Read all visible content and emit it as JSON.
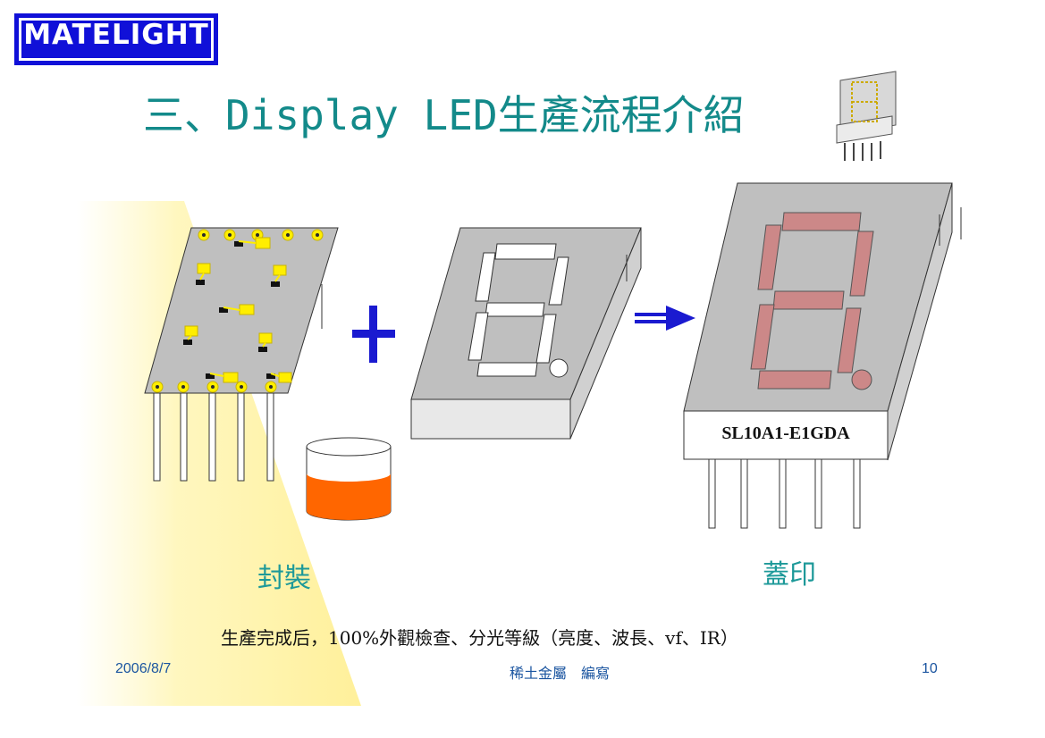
{
  "logo": {
    "text": "MATELIGHT",
    "color": "#1010d8"
  },
  "title": "三、Display LED生產流程介紹",
  "operator": {
    "plus": "+",
    "arrow": "⇒"
  },
  "labels": {
    "encapsulation": "封裝",
    "stamping": "蓋印"
  },
  "finished_part": {
    "marking": "SL10A1-E1GDA"
  },
  "summary": "生產完成后，100%外觀檢查、分光等級（亮度、波長、vf、IR）",
  "footer": {
    "date": "2006/8/7",
    "author": "稀土金屬　編寫",
    "page": "10"
  },
  "colors": {
    "title": "#138a8a",
    "pcb": "#bfbfbf",
    "pad": "#ffee00",
    "segment_lit": "#cc8888",
    "epoxy": "#ff6600",
    "plus": "#1a1ad0",
    "arrow": "#1a1ad0"
  }
}
